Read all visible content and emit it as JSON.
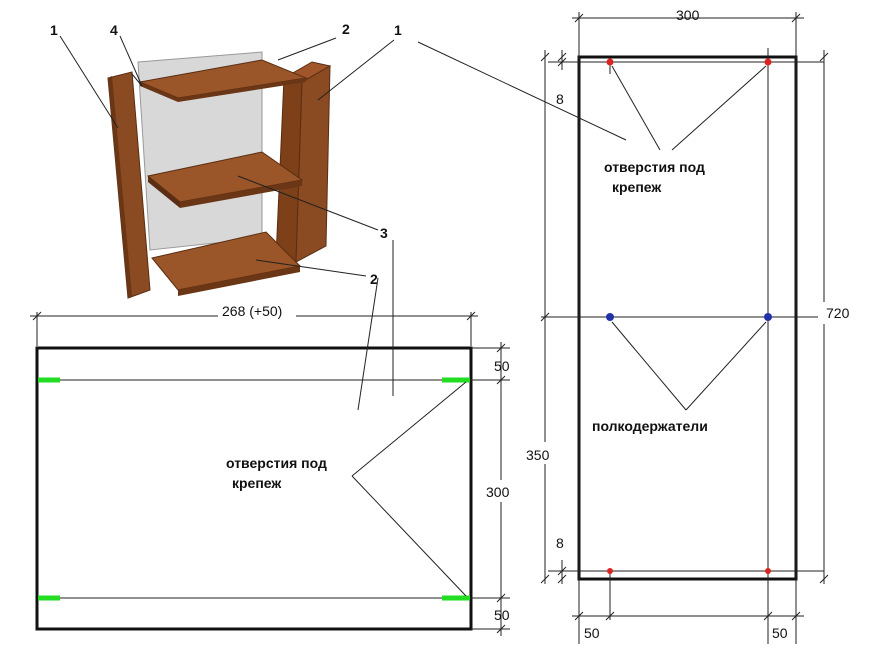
{
  "illustration": {
    "part_numbers": {
      "p1_left": "1",
      "p4": "4",
      "p2_top": "2",
      "p1_right": "1",
      "p3": "3",
      "p2_bottom": "2"
    },
    "wood_color": "#8a4a22",
    "back_panel_color": "#d8d8d8"
  },
  "shelf_drawing": {
    "width_dim": "268 (+50)",
    "height_dim": "300",
    "top_offset": "50",
    "bottom_offset": "50",
    "label_line1": "отверстия под",
    "label_line2": "крепеж",
    "mark_color": "#22dd22"
  },
  "side_drawing": {
    "width_dim": "300",
    "height_dim": "720",
    "mid_dim": "350",
    "top_offset": "8",
    "bottom_offset": "8",
    "bottom_left_dim": "50",
    "bottom_right_dim": "50",
    "fastener_label_line1": "отверстия под",
    "fastener_label_line2": "крепеж",
    "holder_label": "полкодержатели",
    "fastener_hole_color": "#dd2222",
    "holder_hole_color": "#2233aa"
  }
}
